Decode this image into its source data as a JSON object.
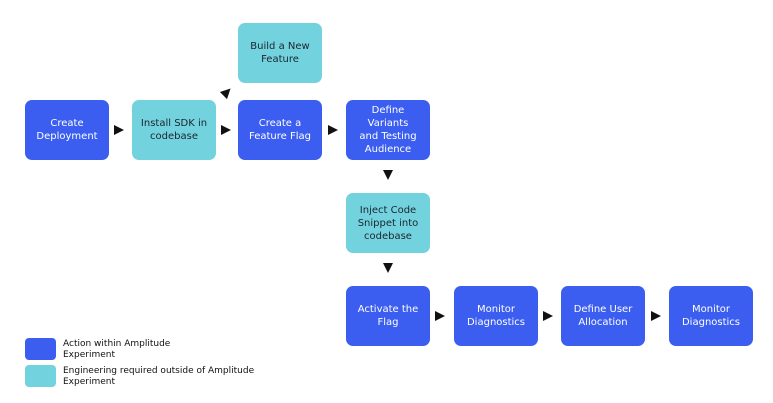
{
  "steps": {
    "create_deployment": "Create\nDeployment",
    "install_sdk": "Install SDK in\ncodebase",
    "build_feature": "Build a New\nFeature",
    "create_flag": "Create a\nFeature Flag",
    "define_variants": "Define Variants\nand Testing\nAudience",
    "inject_code": "Inject Code\nSnippet into\ncodebase",
    "activate_flag": "Activate the Flag",
    "monitor_1": "Monitor\nDiagnostics",
    "define_allocation": "Define User\nAllocation",
    "monitor_2": "Monitor\nDiagnostics"
  },
  "legend": {
    "action": "Action within Amplitude Experiment",
    "engineering": "Engineering required outside of Amplitude Experiment"
  },
  "colors": {
    "action": "#3b5ef0",
    "engineering": "#72d3de",
    "arrow": "#111111"
  }
}
